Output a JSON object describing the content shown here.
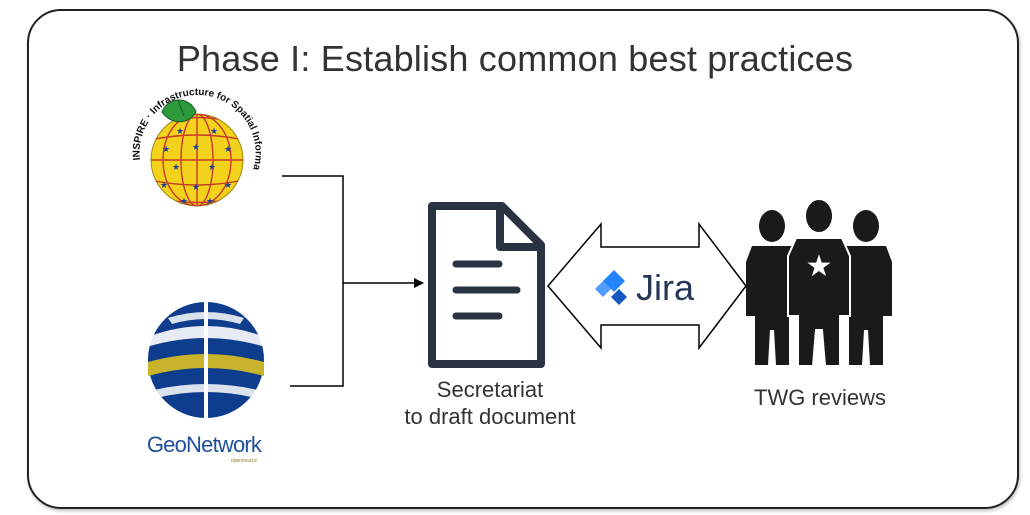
{
  "title": "Phase I: Establish common best practices",
  "inspire_logo": {
    "text": "INSPIRE · Infrastructure for Spatial Information in Europe",
    "icon": "inspire-globe-logo",
    "colors": {
      "globe": "#f2d21a",
      "grid": "#c63a2b",
      "stars": "#1f3f9c",
      "leaf": "#2f9a3c"
    }
  },
  "geonetwork_logo": {
    "text": "GeoNetwork",
    "tagline": "opensource",
    "icon": "geonetwork-sphere-logo",
    "colors": {
      "blue": "#0d3d8c",
      "gold": "#c9b32a",
      "text": "#1d4f9c"
    }
  },
  "document": {
    "icon": "document-icon",
    "label_line1": "Secretariat",
    "label_line2": "to draft document"
  },
  "jira": {
    "icon": "jira-logo-icon",
    "text": "Jira",
    "color": "#2684ff"
  },
  "twg": {
    "icon": "people-group-icon",
    "label": "TWG reviews"
  },
  "colors": {
    "frame": "#222222",
    "icon_dark": "#2a3342",
    "people": "#1a1a1a",
    "text": "#333333"
  }
}
